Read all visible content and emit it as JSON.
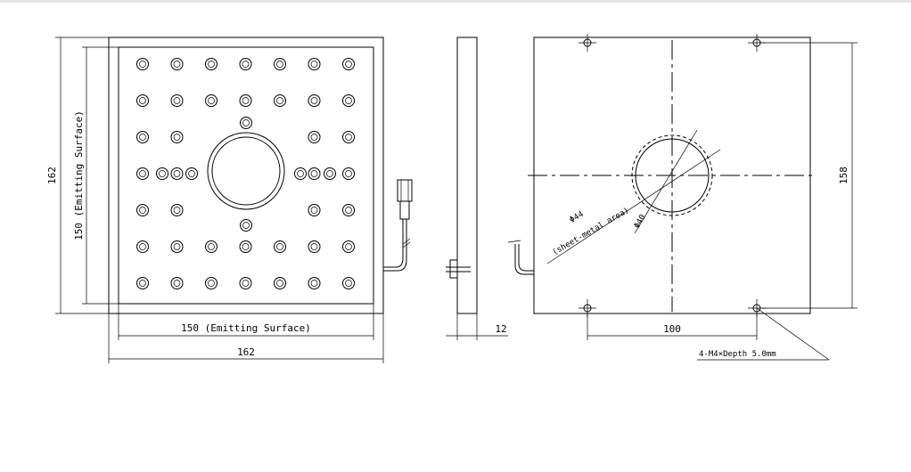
{
  "labels": {
    "height_overall": "162",
    "height_emitting": "150 (Emitting Surface)",
    "width_emitting": "150 (Emitting Surface)",
    "width_overall": "162",
    "thickness": "12",
    "hole_spacing": "100",
    "back_height": "158",
    "sheet_metal_dia": "Φ44",
    "sheet_metal_note": "(sheet-metal area)",
    "opening_dia": "Φ40",
    "thread_note": "4-M4×Depth 5.0mm"
  },
  "led_grid": {
    "rows": 7,
    "cols": 7
  }
}
